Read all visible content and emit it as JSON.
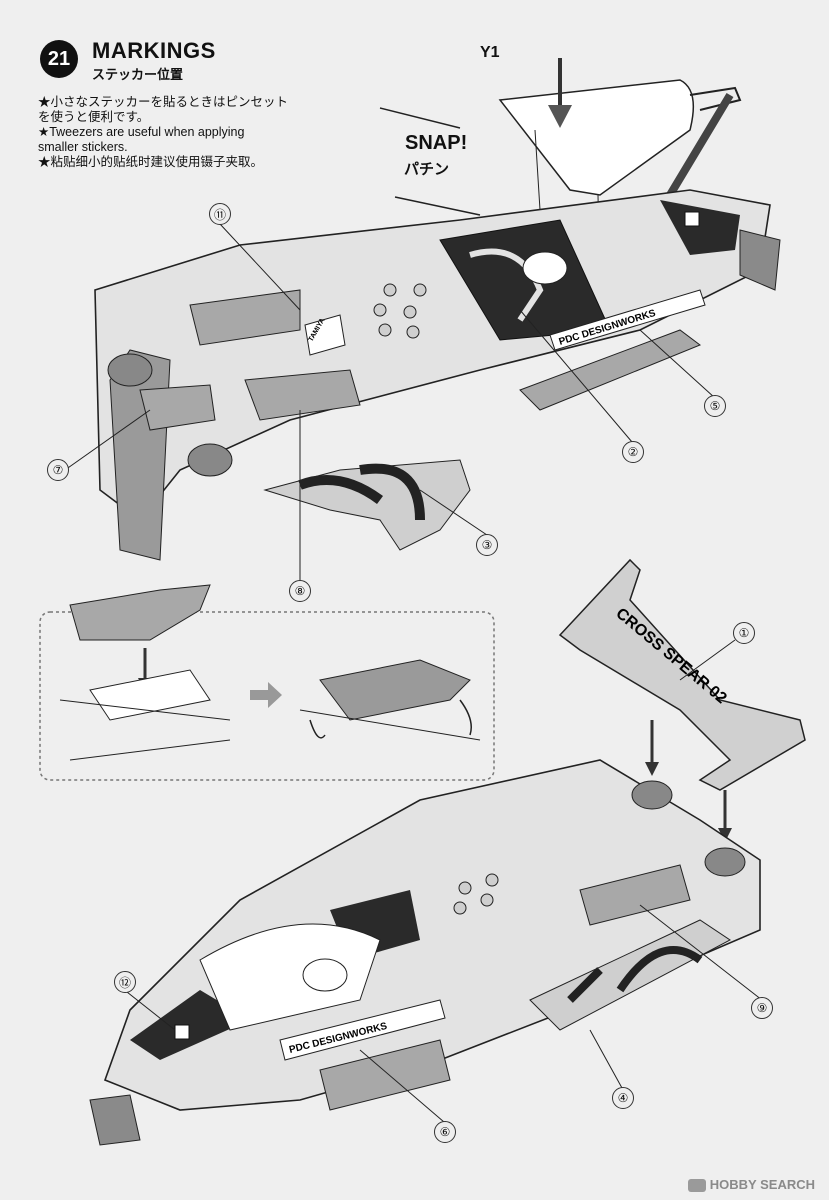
{
  "step": {
    "number": "21",
    "title": "MARKINGS",
    "subtitle": "ステッカー位置"
  },
  "notes": [
    "★小さなステッカーを貼るときはピンセット",
    "を使うと便利です。",
    "★Tweezers are useful when applying",
    "smaller stickers.",
    "★粘贴细小的贴纸时建议使用镊子夹取。"
  ],
  "labels": {
    "part_y1": "Y1",
    "snap_en": "SNAP!",
    "snap_jp": "パチン",
    "sticker_pdc_top": "PDC DESIGNWORKS",
    "sticker_pdc_bottom": "PDC DESIGNWORKS",
    "wing_text": "CROSS SPEAR 02",
    "tamiya": "TAMIYA"
  },
  "callouts": [
    "⑪",
    "②",
    "③",
    "⑤",
    "⑦",
    "⑧",
    "①",
    "⑨",
    "⑫",
    "④",
    "⑥"
  ],
  "watermark": "HOBBY SEARCH",
  "icons": [
    "step-badge",
    "arrow-down-icon",
    "arrow-right-icon",
    "tamiya-logo-icon"
  ]
}
